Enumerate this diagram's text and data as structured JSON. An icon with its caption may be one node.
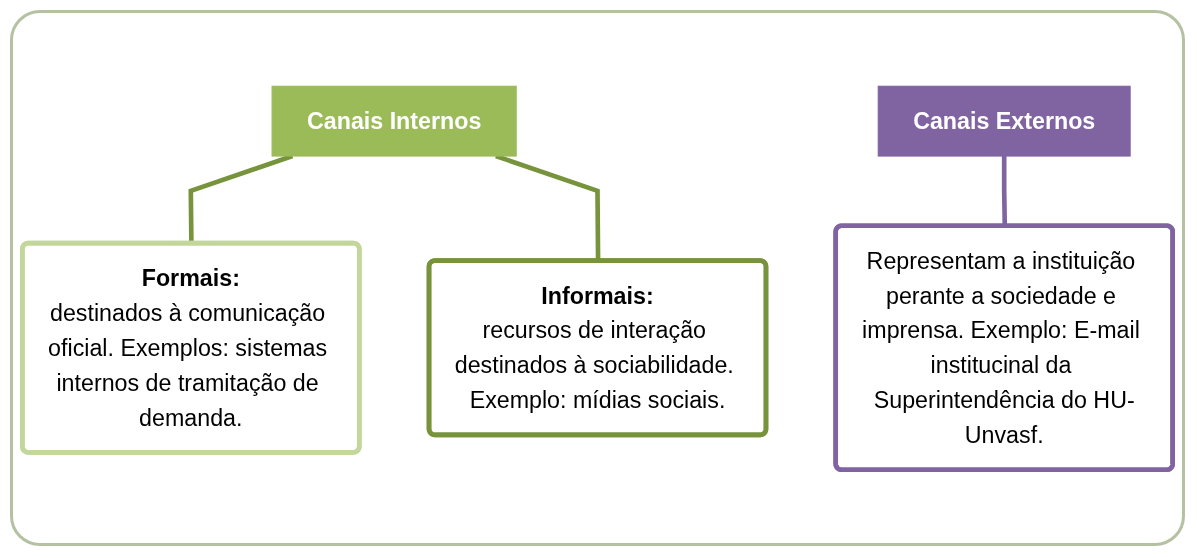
{
  "diagram": {
    "nodes": [
      {
        "text": [
          "Canais Internos"
        ]
      },
      {
        "text": [
          "Formais:",
          "destinados à comunicação oficial. Exemplos: sistemas internos de tramitação de demanda."
        ]
      },
      {
        "text": [
          "Informais:",
          "recursos de interação destinados à sociabilidade. Exemplo: mídias sociais."
        ]
      },
      {
        "text": [
          "Canais Externos"
        ]
      },
      {
        "text": [
          "Representam a instituição perante a sociedade e imprensa. Exemplo: E-mail institucinal da Superintendência do HU-Unvasf."
        ]
      }
    ],
    "edges": [
      {
        "from": 0,
        "to": 1,
        "arrow": "none"
      },
      {
        "from": 0,
        "to": 2,
        "arrow": "none"
      },
      {
        "from": 3,
        "to": 4,
        "arrow": "none",
        "color": "#8064a2"
      }
    ]
  }
}
